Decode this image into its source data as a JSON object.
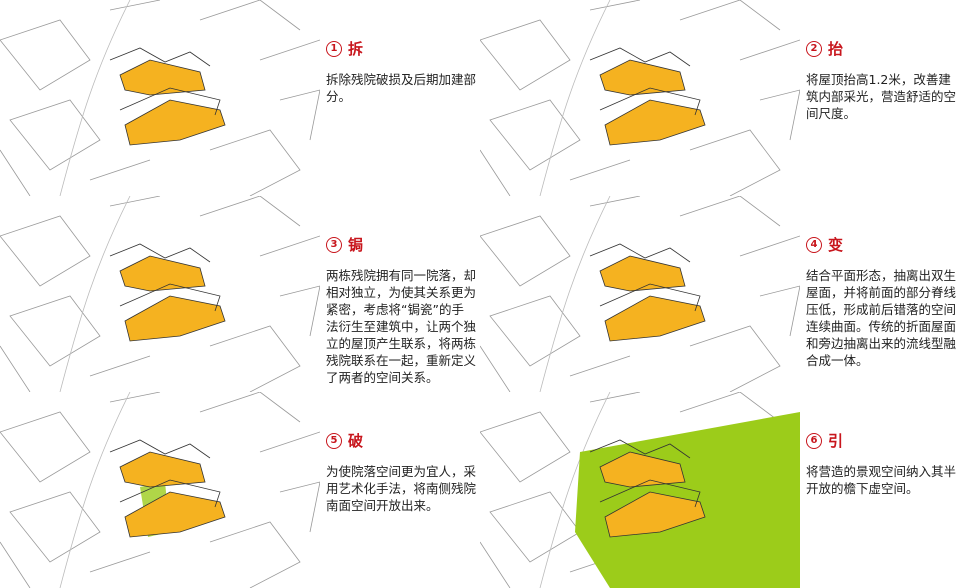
{
  "steps": [
    {
      "num": "1",
      "title": "拆",
      "text": "拆除残院破损及后期加建部分。"
    },
    {
      "num": "2",
      "title": "抬",
      "text": "将屋顶抬高1.2米，改善建筑内部采光，营造舒适的空间尺度。"
    },
    {
      "num": "3",
      "title": "锔",
      "text": "两栋残院拥有同一院落，却相对独立，为使其关系更为紧密，考虑将“锔瓷”的手法衍生至建筑中，让两个独立的屋顶产生联系，将两栋残院联系在一起，重新定义了两者的空间关系。"
    },
    {
      "num": "4",
      "title": "变",
      "text": "结合平面形态，抽离出双生屋面，并将前面的部分脊线压低，形成前后错落的空间连续曲面。传统的折面屋面和旁边抽离出来的流线型融合成一体。"
    },
    {
      "num": "5",
      "title": "破",
      "text": "为使院落空间更为宜人，采用艺术化手法，将南侧残院南面空间开放出来。"
    },
    {
      "num": "6",
      "title": "引",
      "text": "将营造的景观空间纳入其半开放的檐下虚空间。"
    }
  ],
  "colors": {
    "accent": "#c8161d",
    "building": "#f5b220",
    "green": "#9ccc1a"
  }
}
